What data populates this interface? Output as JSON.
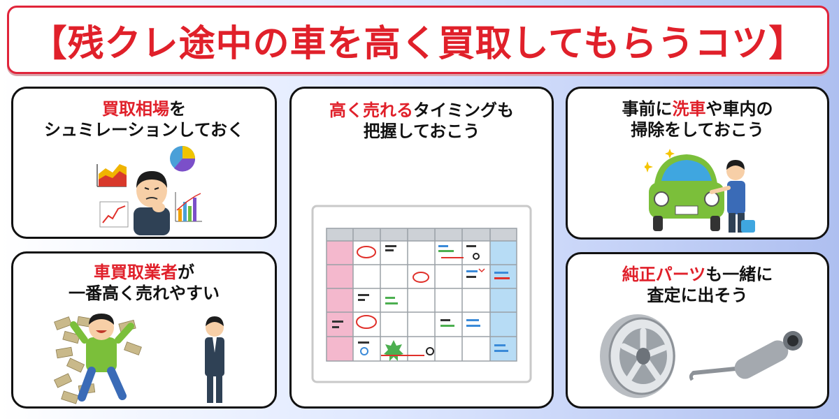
{
  "title": "【残クレ途中の車を高く買取してもらうコツ】",
  "cards": {
    "market": {
      "line1_red": "買取相場",
      "line1_rest": "を",
      "line2": "シュミレーションしておく"
    },
    "dealer": {
      "line1_red": "車買取業者",
      "line1_rest": "が",
      "line2": "一番高く売れやすい"
    },
    "timing": {
      "line1_red": "高く売れる",
      "line1_rest": "タイミングも",
      "line2": "把握しておこう"
    },
    "wash": {
      "line1_pre": "事前に",
      "line1_red": "洗車",
      "line1_rest": "や車内の",
      "line2": "掃除をしておこう"
    },
    "parts": {
      "line1_red": "純正パーツ",
      "line1_rest": "も一緒に",
      "line2": "査定に出そう"
    }
  },
  "colors": {
    "accent": "#e0202a",
    "card_border": "#111111"
  }
}
